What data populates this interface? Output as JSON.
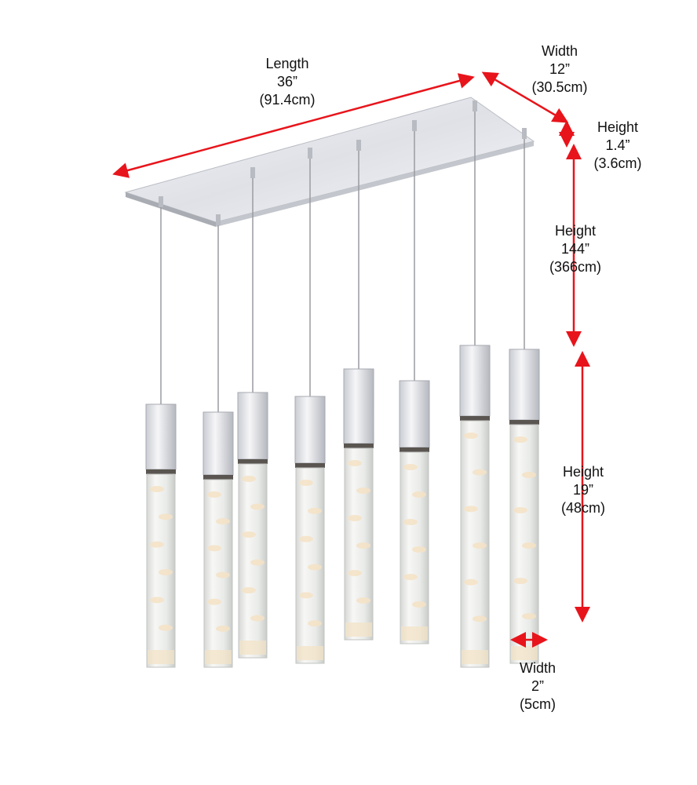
{
  "colors": {
    "arrow": "#e8141b",
    "chrome": "#d9dce2",
    "crystal": "#eef0ee",
    "glow": "#f4e2c4"
  },
  "dimensions": {
    "length": {
      "label": "Length",
      "imperial": "36”",
      "metric": "(91.4cm)"
    },
    "width_canopy": {
      "label": "Width",
      "imperial": "12”",
      "metric": "(30.5cm)"
    },
    "height_canopy": {
      "label": "Height",
      "imperial": "1.4”",
      "metric": "(3.6cm)"
    },
    "height_cord": {
      "label": "Height",
      "imperial": "144”",
      "metric": "(366cm)"
    },
    "height_pendant": {
      "label": "Height",
      "imperial": "19”",
      "metric": "(48cm)"
    },
    "width_pendant": {
      "label": "Width",
      "imperial": "2”",
      "metric": "(5cm)"
    }
  }
}
